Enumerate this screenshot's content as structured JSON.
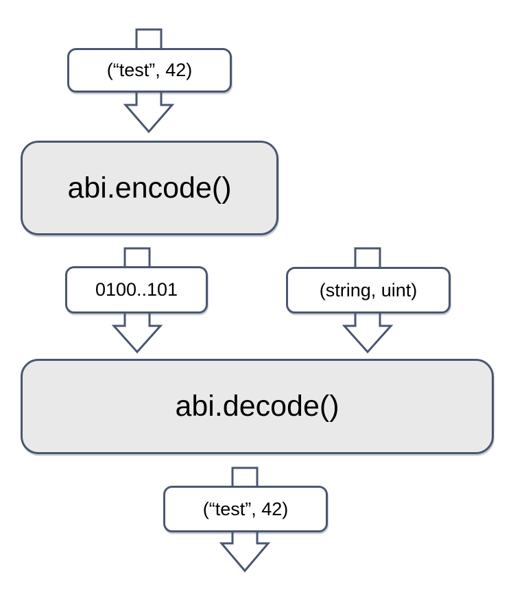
{
  "diagram": {
    "colors": {
      "background": "#ffffff",
      "outline": "#4a5670",
      "process_fill": "#e9e9e9",
      "data_pill_fill": "#ffffff",
      "text": "#000000"
    },
    "nodes": {
      "input": {
        "label": "(“test”, 42)"
      },
      "encode": {
        "label": "abi.encode()"
      },
      "encoded_bytes": {
        "label": "0100..101"
      },
      "type_spec": {
        "label": "(string, uint)"
      },
      "decode": {
        "label": "abi.decode()"
      },
      "output": {
        "label": "(“test”, 42)"
      }
    },
    "arrows": [
      {
        "name": "arrow-into-input",
        "direction": "down"
      },
      {
        "name": "arrow-encode-to-encoded-bytes",
        "direction": "down"
      },
      {
        "name": "arrow-type-spec-to-decode",
        "direction": "down"
      },
      {
        "name": "arrow-decode-to-output",
        "direction": "down"
      }
    ]
  }
}
